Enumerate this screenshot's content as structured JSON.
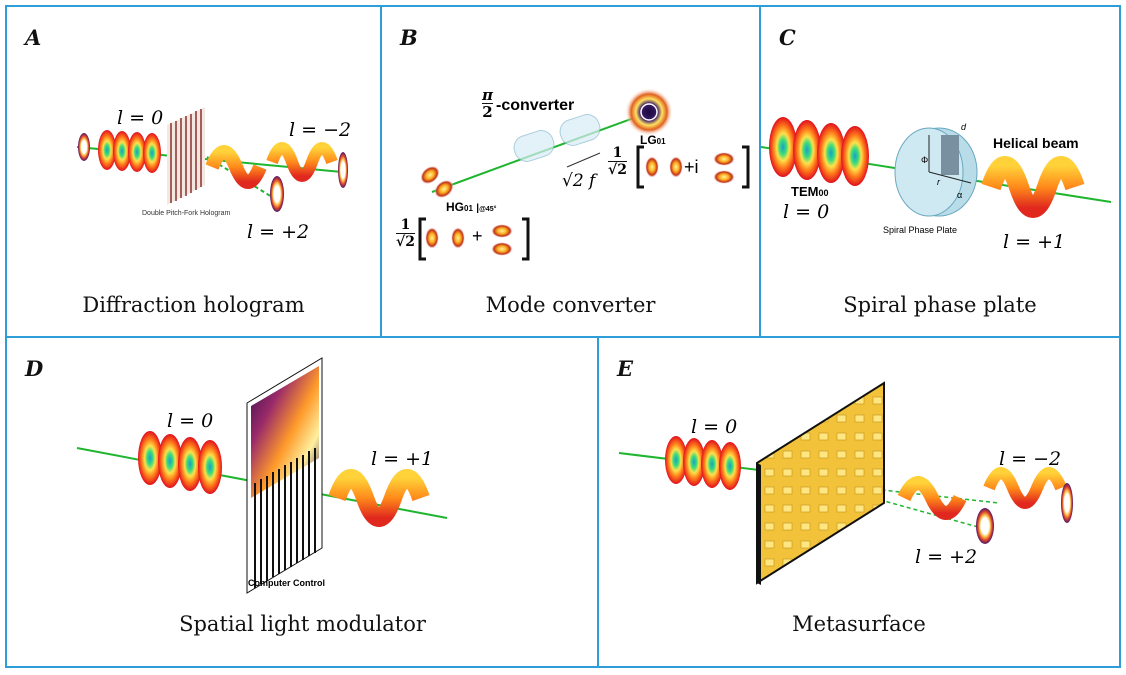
{
  "panels": {
    "a": {
      "label": "A",
      "caption": "Diffraction hologram",
      "l_in": "l = 0",
      "l_minus": "l = −2",
      "l_plus": "l = +2",
      "hologram_label": "Double Pitch-Fork Hologram"
    },
    "b": {
      "label": "B",
      "caption": "Mode converter",
      "converter_num": "π",
      "converter_den": "2",
      "converter_label": "-converter",
      "distance_label": "√2 f",
      "lg_label": "LG",
      "lg_sub": "01",
      "hg_label": "HG",
      "hg_sub": "01",
      "hg_angle": "@45°",
      "frac_num": "1",
      "frac_den": "√2",
      "plus": "+",
      "plus_i": "+i"
    },
    "c": {
      "label": "C",
      "caption": "Spiral phase plate",
      "tem_label": "TEM",
      "tem_sub": "00",
      "l_in": "l = 0",
      "helical_label": "Helical beam",
      "plate_label": "Spiral Phase Plate",
      "l_out": "l = +1",
      "d_label": "d",
      "phi_label": "Φ",
      "r_label": "r",
      "alpha_label": "α"
    },
    "d": {
      "label": "D",
      "caption": "Spatial light modulator",
      "l_in": "l = 0",
      "l_out": "l = +1",
      "control_label": "Computer Control"
    },
    "e": {
      "label": "E",
      "caption": "Metasurface",
      "l_in": "l = 0",
      "l_minus": "l = −2",
      "l_plus": "l = +2"
    }
  },
  "colors": {
    "border": "#2e9ed8",
    "beam": "#1fb52f",
    "ring_outer": "#e8281e",
    "ring_mid": "#ffb000",
    "ring_inner": "#20c0a0",
    "metasurface": "#f2c33a"
  }
}
